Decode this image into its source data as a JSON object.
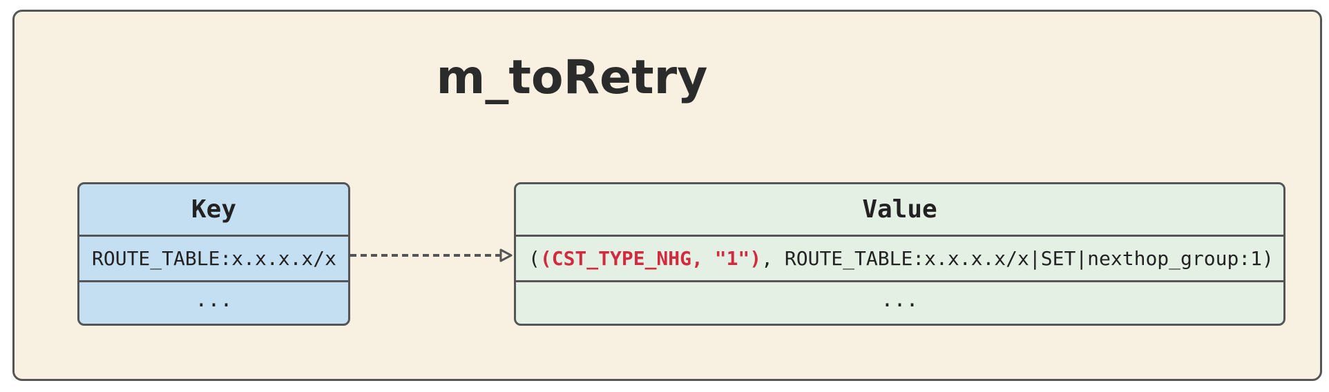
{
  "diagram": {
    "title": "m_toRetry",
    "key_table": {
      "header": "Key",
      "rows": [
        "ROUTE_TABLE:x.x.x.x/x",
        "..."
      ]
    },
    "value_table": {
      "header": "Value",
      "row_prefix": "(",
      "row_highlight": "(CST_TYPE_NHG, \"1\")",
      "row_suffix": ", ROUTE_TABLE:x.x.x.x/x|SET|nexthop_group:1)",
      "ellipsis": "..."
    }
  },
  "colors": {
    "background": "#f8f0e0",
    "key_fill": "#c5dff2",
    "value_fill": "#e3f0e3",
    "highlight": "#d22b3f",
    "border": "#555555"
  }
}
